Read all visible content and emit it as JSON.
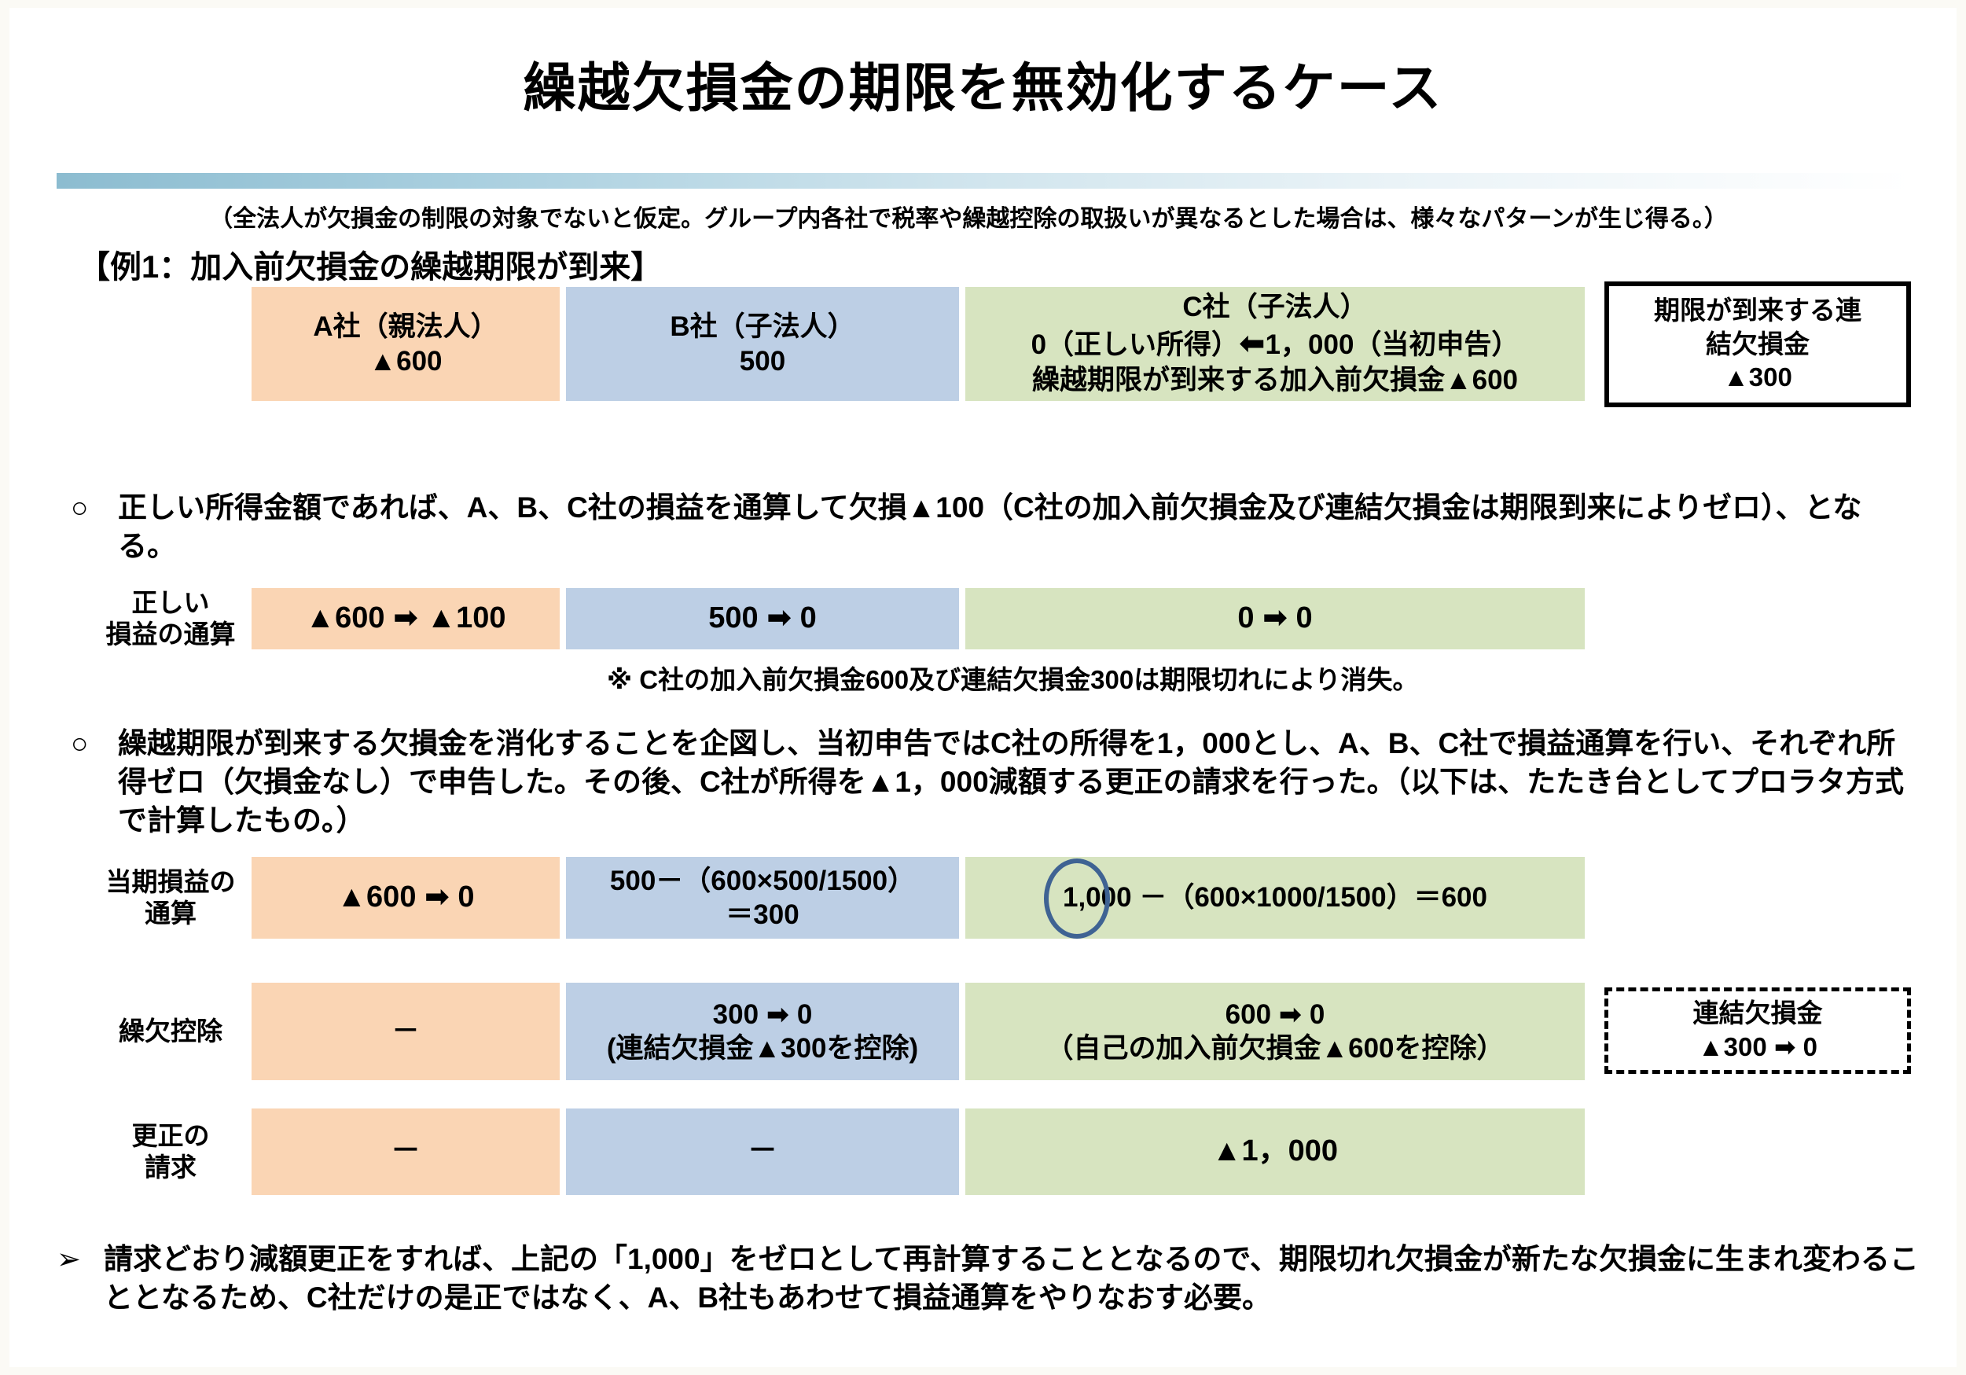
{
  "title": "繰越欠損金の期限を無効化するケース",
  "assumption_note": "（全法人が欠損金の制限の対象でないと仮定。グループ内各社で税率や繰越控除の取扱いが異なるとした場合は、様々なパターンが生じ得る。）",
  "example_heading": "【例1：加入前欠損金の繰越期限が到来】",
  "header_row": {
    "company_a": {
      "name": "A社（親法人）",
      "value": "▲600"
    },
    "company_b": {
      "name": "B社（子法人）",
      "value": "500"
    },
    "company_c": {
      "name": "C社（子法人）",
      "line2_left": "0（正しい所得）",
      "arrow": "⬅",
      "line2_right": "1，000（当初申告）",
      "line3": "繰越期限が到来する加入前欠損金▲600"
    },
    "carry_box": {
      "line1": "期限が到来する連",
      "line2": "結欠損金",
      "line3": "▲300"
    }
  },
  "bullet_1": {
    "marker": "○",
    "text": "正しい所得金額であれば、A、B、C社の損益を通算して欠損▲100（C社の加入前欠損金及び連結欠損金は期限到来によりゼロ）、となる。"
  },
  "row_correct": {
    "label_line1": "正しい",
    "label_line2": "損益の通算",
    "a": "▲600 ➡ ▲100",
    "b": "500 ➡ 0",
    "c": "0 ➡ 0"
  },
  "footnote": "※ C社の加入前欠損金600及び連結欠損金300は期限切れにより消失。",
  "bullet_2": {
    "marker": "○",
    "text": "繰越期限が到来する欠損金を消化することを企図し、当初申告ではC社の所得を1，000とし、A、B、C社で損益通算を行い、それぞれ所得ゼロ（欠損金なし）で申告した。その後、C社が所得を▲1，000減額する更正の請求を行った。（以下は、たたき台としてプロラタ方式で計算したもの。）"
  },
  "row_current": {
    "label_line1": "当期損益の",
    "label_line2": "通算",
    "a": "▲600 ➡ 0",
    "b_line1": "500－（600×500/1500）",
    "b_line2": "＝300",
    "c_circled": "1,000",
    "c_rest": "－（600×1000/1500）＝600"
  },
  "row_deduction": {
    "label_line1": "繰欠控除",
    "a": "－",
    "b_line1": "300 ➡ 0",
    "b_line2": "(連結欠損金▲300を控除)",
    "c_line1": "600 ➡ 0",
    "c_line2": "（自己の加入前欠損金▲600を控除）",
    "side_box_line1": "連結欠損金",
    "side_box_line2": "▲300 ➡ 0"
  },
  "row_claim": {
    "label_line1": "更正の",
    "label_line2": "請求",
    "a": "－",
    "b": "－",
    "c": "▲1，000"
  },
  "bullet_3": {
    "marker": "➢",
    "text": "請求どおり減額更正をすれば、上記の「1,000」をゼロとして再計算することとなるので、期限切れ欠損金が新たな欠損金に生まれ変わることとなるため、C社だけの是正ではなく、A、B社もあわせて損益通算をやりなおす必要。"
  },
  "colors": {
    "company_a_bg": "#fad5b4",
    "company_b_bg": "#bdcfe5",
    "company_c_bg": "#d7e4c0",
    "accent_bar": "#8cbcd0",
    "circle_stroke": "#3f6393",
    "page_bg": "#fbfaf5"
  }
}
